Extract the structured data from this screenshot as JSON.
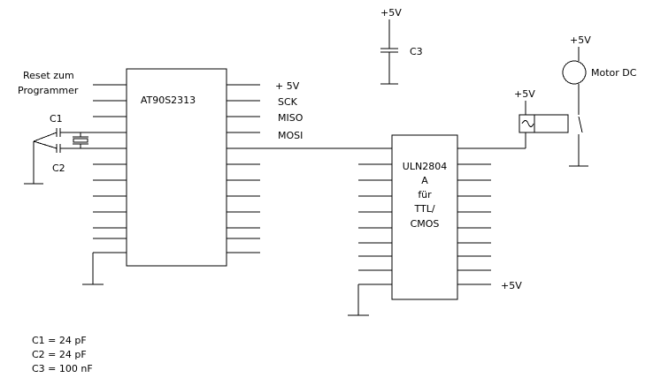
{
  "mcu": {
    "part": "AT90S2313"
  },
  "driver": {
    "line1": "ULN2804",
    "line2": "A",
    "line3": "für",
    "line4": "TTL/",
    "line5": "CMOS"
  },
  "pins": {
    "vcc": "+ 5V",
    "sck": "SCK",
    "miso": "MISO",
    "mosi": "MOSI"
  },
  "labels": {
    "reset_line1": "Reset zum",
    "reset_line2": "Programmer",
    "c1": "C1",
    "c2": "C2",
    "c3": "C3",
    "vcc_c3": "+5V",
    "vcc_motor": "+5V",
    "motor": "Motor DC",
    "vcc_relay": "+5V",
    "vcc_uln": "+5V"
  },
  "notes": {
    "c1": "C1 = 24 pF",
    "c2": "C2 = 24 pF",
    "c3": "C3 = 100 nF"
  }
}
